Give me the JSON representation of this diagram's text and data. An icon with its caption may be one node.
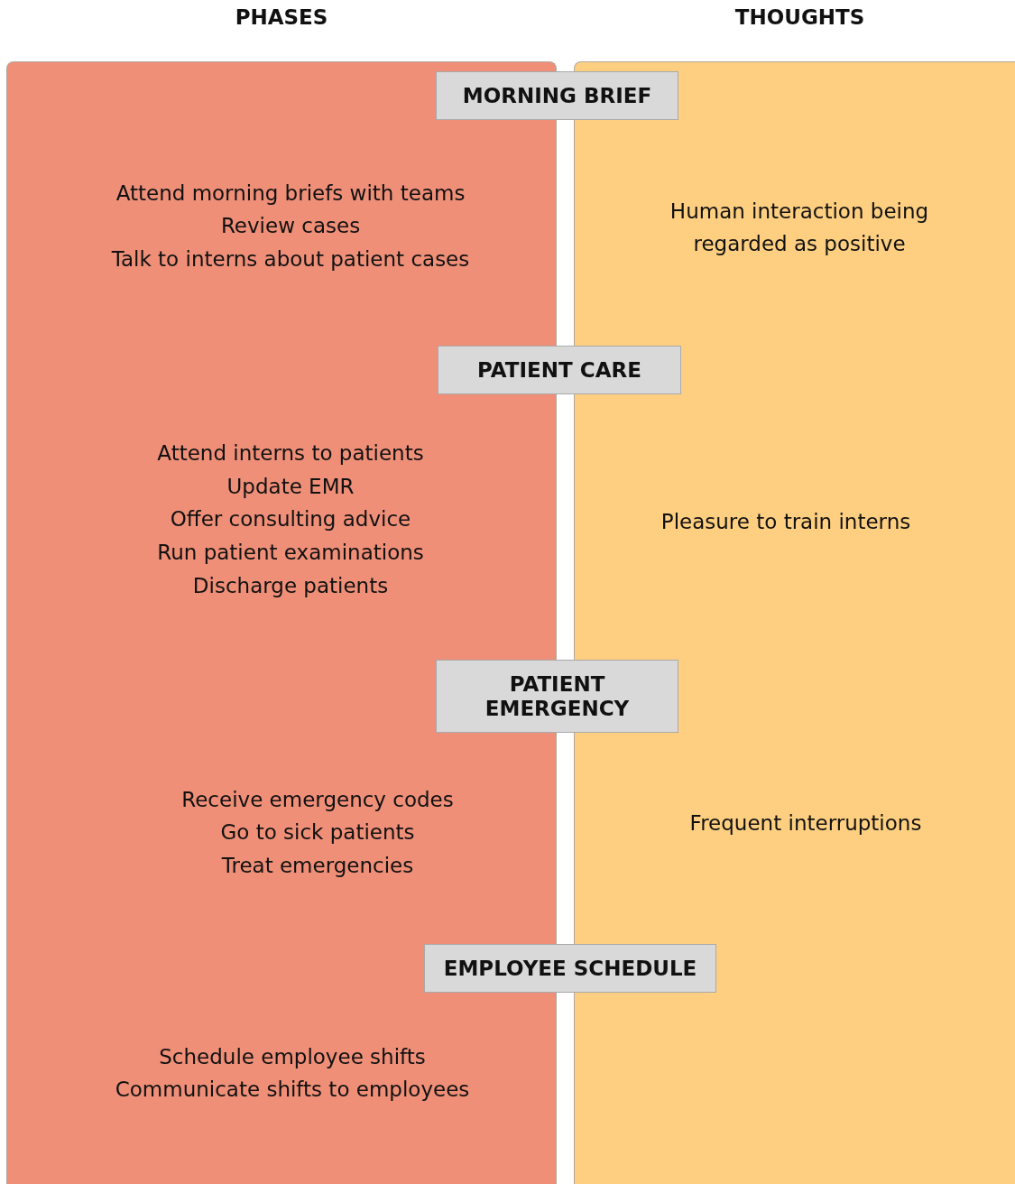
{
  "diagram": {
    "nodes": [
      {
        "text": [
          "PHASES",
          "Attend morning briefs with teams",
          "Review cases",
          "Talk to interns about patient cases",
          "Attend interns to patients",
          "Update EMR",
          "Offer consulting advice",
          "Run patient examinations",
          "Discharge patients",
          "Receive emergency codes",
          "Go to sick patients",
          "Treat emergencies",
          "Schedule employee shifts",
          "Communicate shifts to employees"
        ]
      },
      {
        "text": [
          "THOUGHTS",
          "Human interaction being regarded as positive",
          "Pleasure to train interns",
          "Frequent interruptions"
        ]
      },
      {
        "text": [
          "MORNING BRIEF"
        ]
      },
      {
        "text": [
          "PATIENT CARE"
        ]
      },
      {
        "text": [
          "PATIENT EMERGENCY"
        ]
      },
      {
        "text": [
          "EMPLOYEE SCHEDULE"
        ]
      }
    ]
  }
}
